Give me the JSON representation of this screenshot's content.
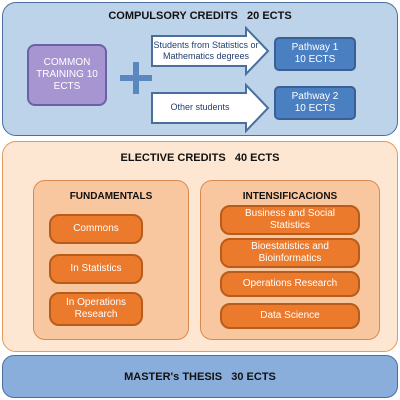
{
  "compulsory": {
    "title": "COMPULSORY CREDITS   20 ECTS",
    "common_training": "COMMON TRAINING 10 ECTS",
    "arrow_top_label": "Students from Statistics or Mathematics degrees",
    "arrow_bottom_label": "Other students",
    "pathway1": "Pathway 1 10 ECTS",
    "pathway2": "Pathway 2 10 ECTS"
  },
  "elective": {
    "title": "ELECTIVE CREDITS   40 ECTS",
    "fundamentals": {
      "title": "FUNDAMENTALS",
      "items": [
        "Commons",
        "In Statistics",
        "In Operations Research"
      ]
    },
    "intensifications": {
      "title": "INTENSIFICACIONS",
      "items": [
        "Business and Social Statistics",
        "Bioestatistics and Bioinformatics",
        "Operations Research",
        "Data Science"
      ]
    }
  },
  "thesis": {
    "title": "MASTER's THESIS   30 ECTS"
  },
  "colors": {
    "compulsory_bg": "#bdd3ea",
    "elective_bg": "#fde6d2",
    "thesis_bg": "#8aaedb",
    "common_training": "#a795d1",
    "pathway": "#4a7fc1",
    "item_orange": "#ec7a2d"
  }
}
